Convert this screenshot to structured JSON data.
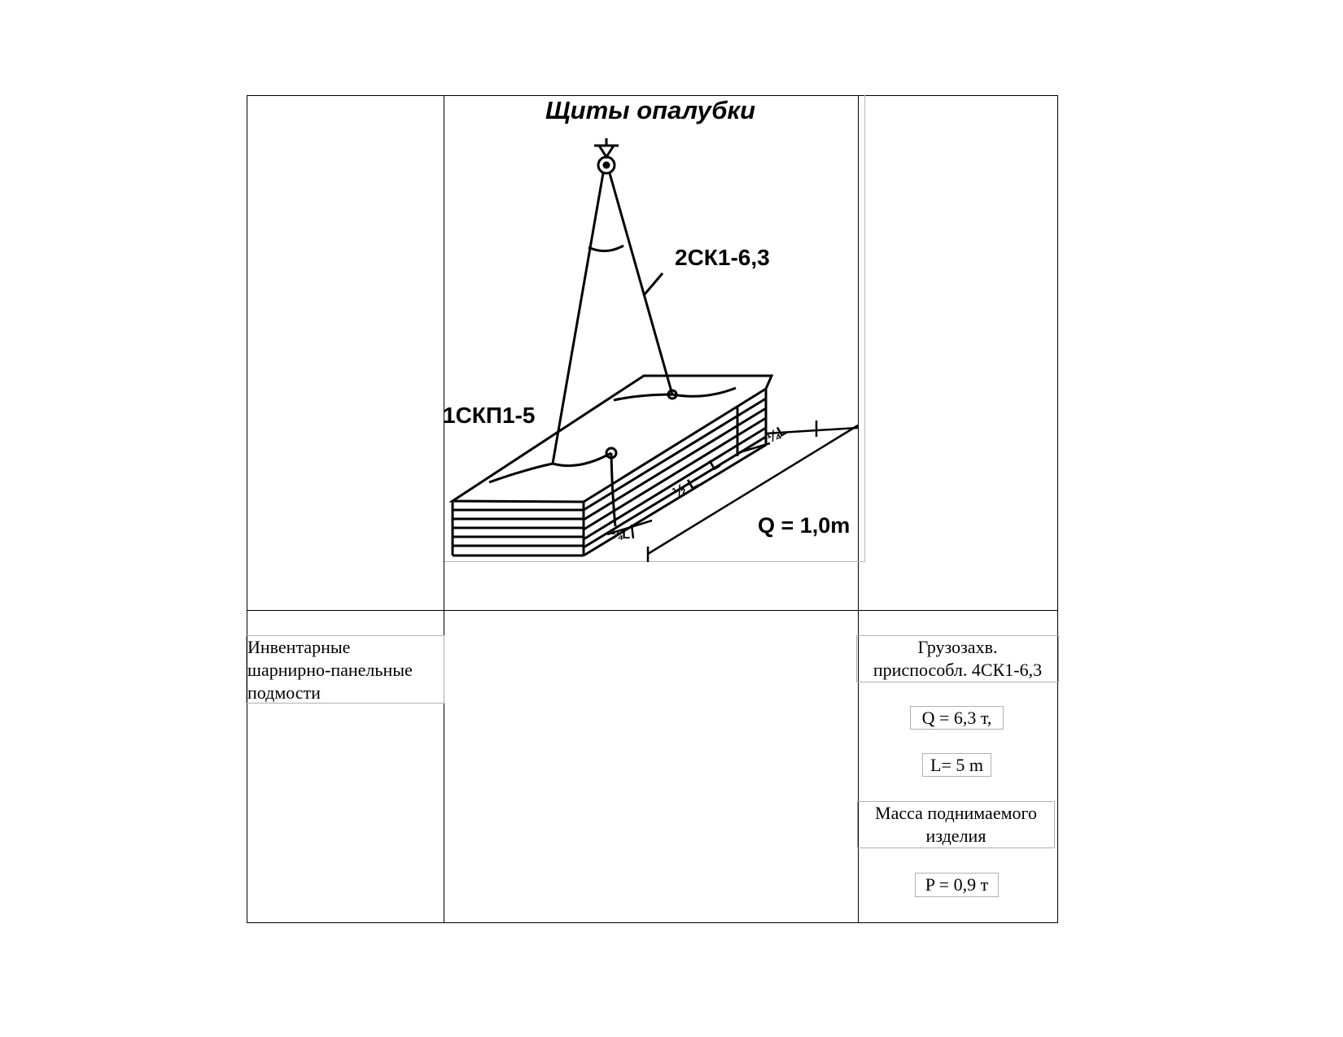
{
  "figure": {
    "title": "Щиты опалубки",
    "label_sling_top": "2СК1-6,3",
    "label_sling_side": "1СКП1-5",
    "label_load": "Q = 1,0m"
  },
  "left_cell": {
    "lines": [
      "Инвентарные",
      "шарнирно-панельные",
      "подмости"
    ]
  },
  "right_cell": {
    "device_lines": [
      "Грузозахв.",
      "приспособл. 4СК1-6,3"
    ],
    "capacity": "Q = 6,3 т,",
    "length": "L= 5 m",
    "mass_lines": [
      "Масса поднимаемого",
      "изделия"
    ],
    "weight": "P = 0,9 т"
  }
}
